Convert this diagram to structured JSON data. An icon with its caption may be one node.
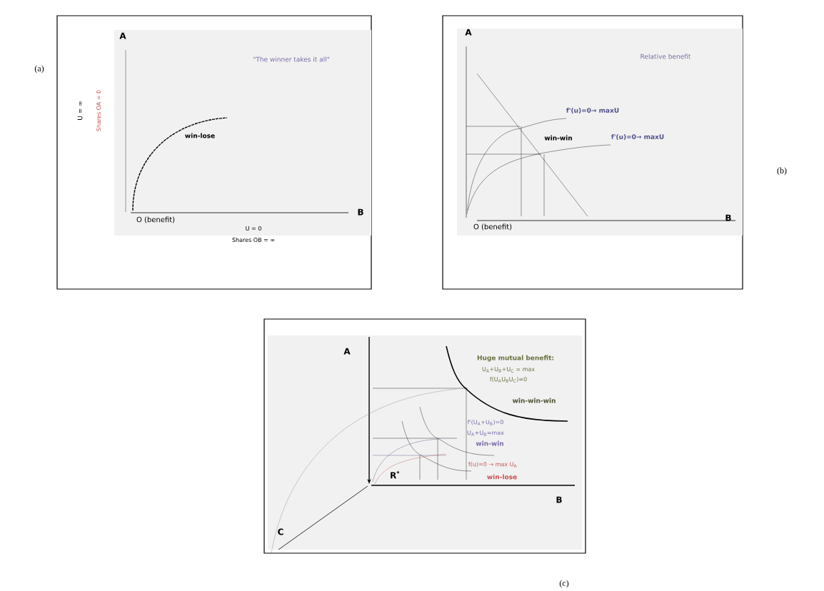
{
  "diagram": {
    "labels": [
      "(a)",
      "A",
      "\"The winner takes it all\"",
      "U = ∞",
      "Shares OA = 0",
      "win-lose",
      "O (benefit)",
      "B",
      "U = 0",
      "Shares OB = ∞",
      "A",
      "Relative benefit",
      "f'(u)=0→ maxU",
      "win-win",
      "f'(u)=0→ maxU",
      "O (benefit)",
      "B",
      "(b)",
      "A",
      "Huge mutual benefit:",
      "U$_{A}$+U$_{B}$+U$_{C}$ = max",
      "f(U$_{A}$U$_{B}$U$_{C}$)=0",
      "win-win-win",
      "f'(U$_{A}$+U$_{B}$)=0",
      "U$_{A}$+U$_{B}$=max",
      "win-win",
      "f(u)=0 → max U$_{A}$",
      "R$^{*}$",
      "win-lose",
      "B",
      "C",
      "(c)"
    ]
  }
}
